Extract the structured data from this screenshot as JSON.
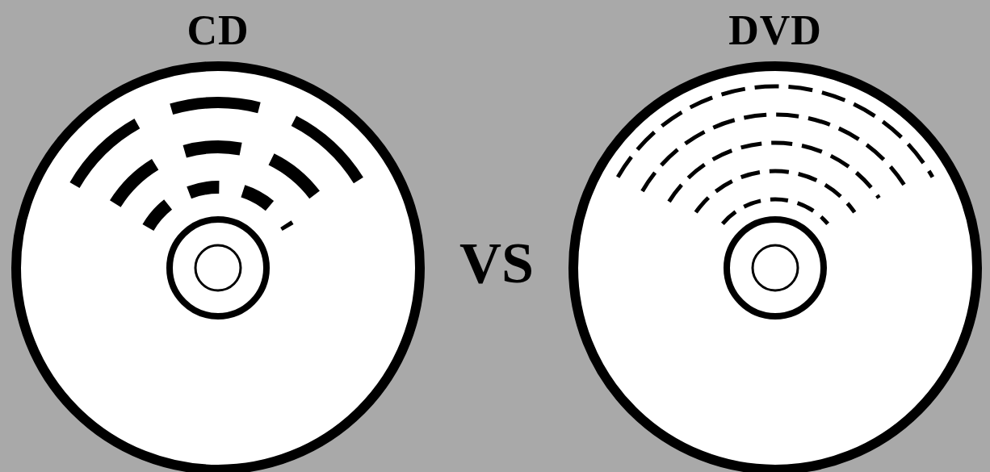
{
  "diagram": {
    "nodes": [
      {
        "text": [
          "CD"
        ]
      },
      {
        "text": [
          "DVD"
        ]
      }
    ],
    "labels": [
      "VS"
    ]
  }
}
